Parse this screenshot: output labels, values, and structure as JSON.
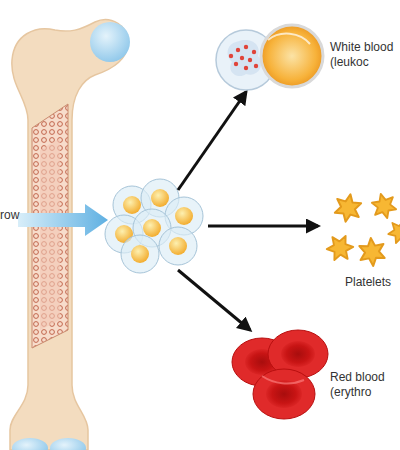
{
  "diagram": {
    "nodes": [
      {
        "text": [
          "row"
        ]
      },
      {
        "text": [
          "White blood (leukoc"
        ]
      },
      {
        "text": [
          "Platelets"
        ]
      },
      {
        "text": [
          "Red blood (erythro"
        ]
      }
    ]
  }
}
